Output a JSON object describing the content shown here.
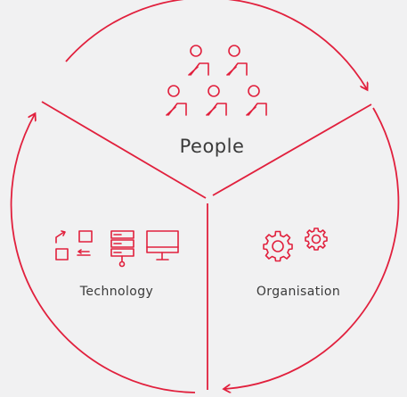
{
  "diagram": {
    "accent_color": "#e1203d",
    "background_color": "#f1f1f2",
    "text_color": "#3a3a3a",
    "segments": [
      {
        "label": "People",
        "icon": "people-group-icon"
      },
      {
        "label": "Technology",
        "icons": [
          "workflow-icon",
          "server-icon",
          "monitor-icon"
        ]
      },
      {
        "label": "Organisation",
        "icon": "gears-icon"
      }
    ]
  }
}
